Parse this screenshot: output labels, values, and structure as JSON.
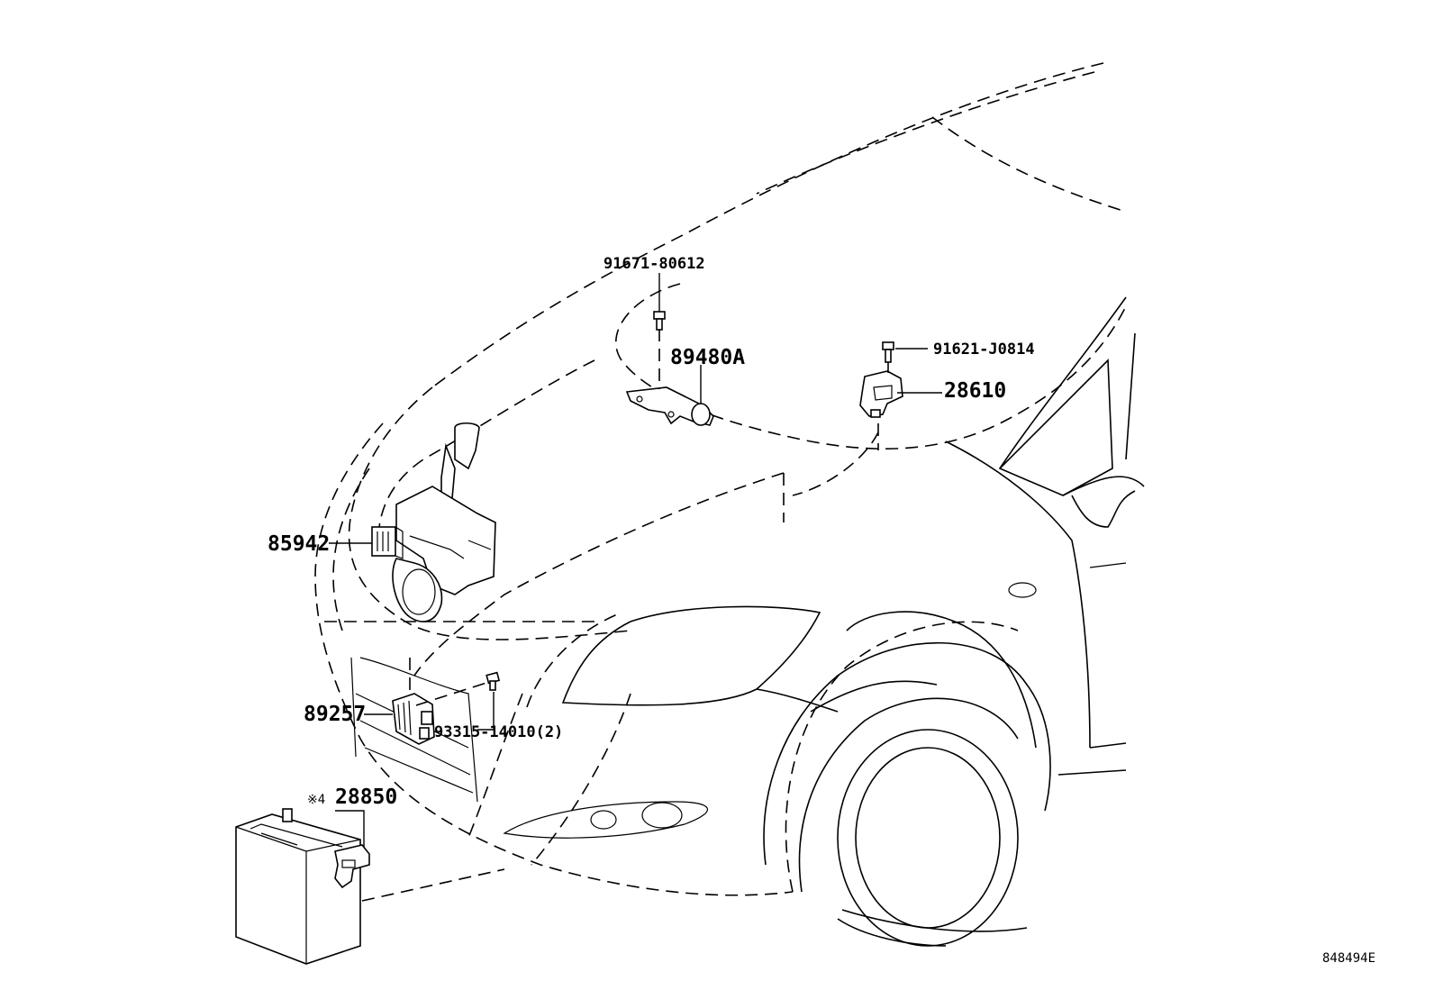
{
  "diagram": {
    "parts": [
      {
        "id": "p91671",
        "label": "91671-80612"
      },
      {
        "id": "p89480",
        "label": "89480A"
      },
      {
        "id": "p91621",
        "label": "91621-J0814"
      },
      {
        "id": "p28610",
        "label": "28610"
      },
      {
        "id": "p85942",
        "label": "85942"
      },
      {
        "id": "p89257",
        "label": "89257"
      },
      {
        "id": "p93315",
        "label": "93315-14010(2)"
      },
      {
        "id": "p28850",
        "label": "28850"
      }
    ],
    "note_mark": "※4",
    "diagram_code": "848494E"
  }
}
